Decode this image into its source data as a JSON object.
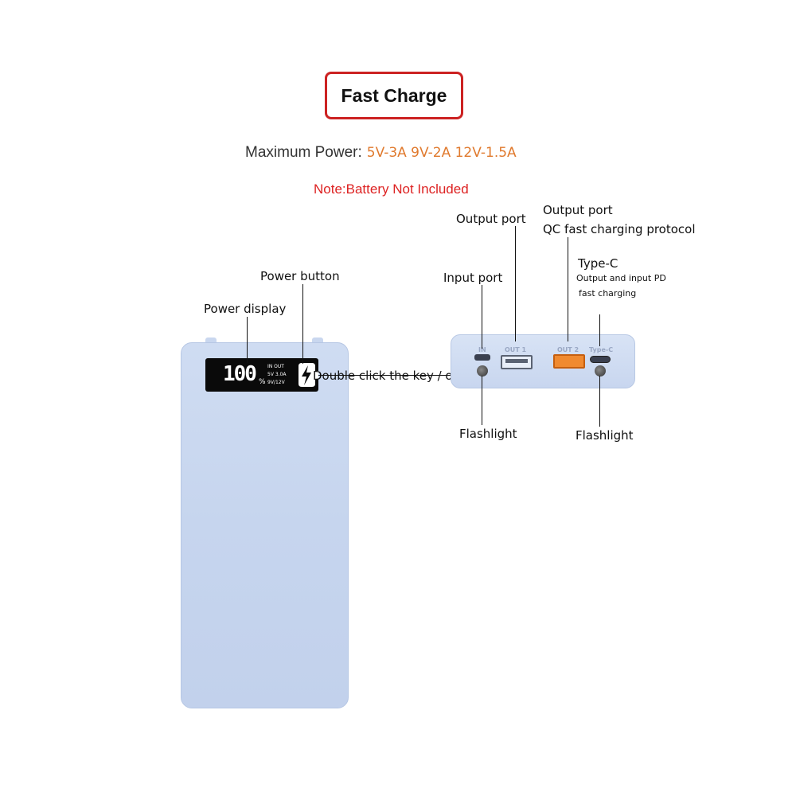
{
  "header": {
    "badge": "Fast Charge",
    "max_power_label": "Maximum Power:",
    "max_power_values": "5V-3A 9V-2A 12V-1.5A",
    "note": "Note:Battery Not Included"
  },
  "colors": {
    "badge_border": "#cc2222",
    "power_values": "#e07a2e",
    "note": "#dd2222",
    "device_body": "#c8d6ef",
    "qc_port": "#f08a30"
  },
  "front_labels": {
    "power_button": "Power button",
    "power_display": "Power display",
    "double_click": "Double click the key / on / off"
  },
  "display": {
    "digits": "100",
    "percent": "%",
    "line1": "IN OUT",
    "line2": "5V 3.0A",
    "line3": "9V/12V"
  },
  "top_labels": {
    "output_port_1": "Output port",
    "output_port_2": "Output port",
    "qc_protocol": "QC fast charging protocol",
    "type_c": "Type-C",
    "type_c_desc_1": "Output and input PD",
    "type_c_desc_2": "fast charging",
    "input_port": "Input port",
    "flashlight_left": "Flashlight",
    "flashlight_right": "Flashlight"
  },
  "port_markings": {
    "in": "IN",
    "out1": "OUT 1",
    "out2": "OUT 2",
    "typec": "Type-C"
  },
  "icons": {
    "bolt": "lightning-bolt-icon"
  }
}
